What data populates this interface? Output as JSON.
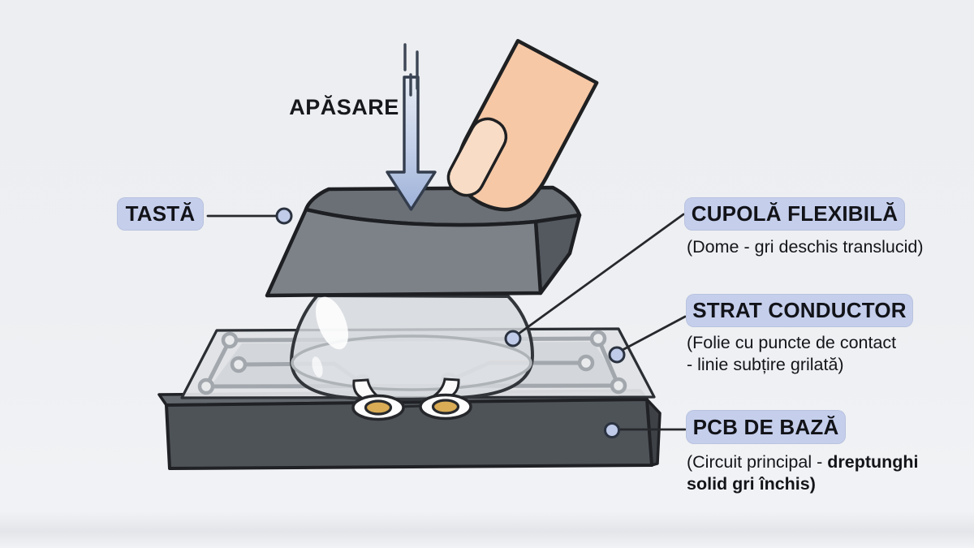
{
  "press": {
    "label": "APĂSARE"
  },
  "annotations": {
    "tasta": {
      "title": "TASTĂ"
    },
    "cupola": {
      "title": "CUPOLĂ FLEXIBILĂ",
      "subtitle": "(Dome - gri deschis translucid)"
    },
    "strat": {
      "title": "STRAT CONDUCTOR",
      "subtitle_line1": "(Folie cu puncte de contact",
      "subtitle_line2": "- linie subțire grilată)"
    },
    "pcb": {
      "title": "PCB DE BAZĂ",
      "subtitle_prefix": "(Circuit principal - ",
      "subtitle_bold": "dreptunghi",
      "subtitle_line2_bold": "solid gri închis)"
    }
  },
  "diagram": {
    "parts": [
      "finger",
      "press-arrow",
      "keycap",
      "flexible-dome",
      "conductor-layer",
      "contact-points",
      "base-pcb"
    ],
    "colors": {
      "background": "#edeff2",
      "label_badge": "#c5cfec",
      "marker_dot": "#bfcbe9",
      "arrow_top": "#e6ebf4",
      "arrow_bottom": "#9db1d8",
      "keycap_top": "#6b7076",
      "keycap_front": "#7d8288",
      "keycap_side": "#54595f",
      "dome_fill": "#d5d9dd",
      "sheet_fill": "#dfe2e5",
      "trace_gray": "#a2a7ad",
      "pcb_top": "#63686e",
      "pcb_front": "#4e5358",
      "pcb_side": "#3e4247",
      "contact_gold": "#d9ac55",
      "finger_skin": "#f6c8a6",
      "finger_nail": "#f9dcc5",
      "outline": "#1f2125"
    }
  }
}
